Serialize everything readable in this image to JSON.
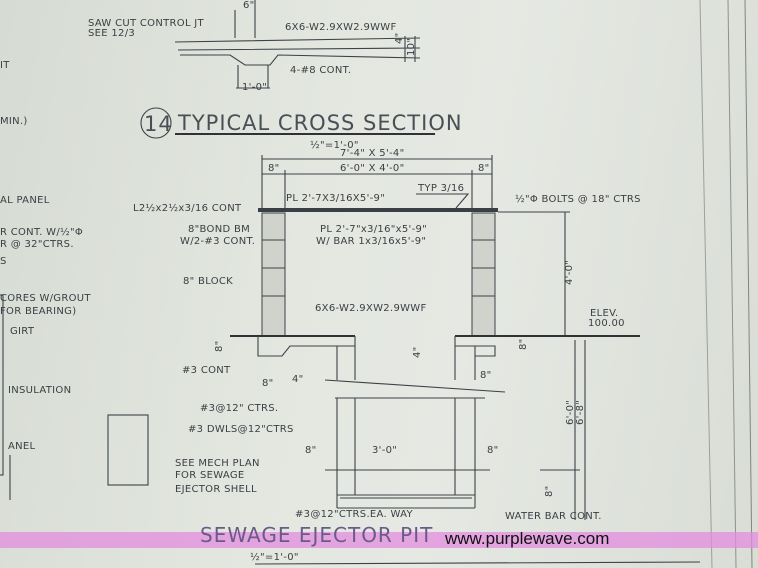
{
  "colors": {
    "paper": "#e3e7e0",
    "ink": "#3a3f44",
    "watermark_band": "#e28cde"
  },
  "left_margin": [
    "IT",
    "MIN.)",
    "AL PANEL",
    "R CONT. W/½\"Φ",
    "R @ 32\"CTRS.",
    "S",
    "CORES W/GROUT",
    "FOR BEARING)",
    "GIRT",
    "INSULATION",
    "ANEL"
  ],
  "top_detail": {
    "saw_cut": "SAW CUT CONTROL JT",
    "see_ref": "SEE 12/3",
    "wwf": "6X6-W2.9XW2.9WWF",
    "bars": "4-#8 CONT.",
    "width": "1'-0\"",
    "thick": "10\"",
    "dim6": "6\"",
    "dim4": "4\""
  },
  "section": {
    "number": "14",
    "title": "TYPICAL CROSS SECTION",
    "scale": "½\"=1'-0\"",
    "outer_dim": "7'-4\" X 5'-4\"",
    "inner_dim": "6'-0\" X 4'-0\"",
    "wall_left": "8\"",
    "wall_right": "8\"",
    "angle": "L2½x2½x3/16 CONT",
    "plate_top": "PL 2'-7X3/16X5'-9\"",
    "weld": "TYP 3/16",
    "bolts": "½\"Φ BOLTS @ 18\" CTRS",
    "bond_beam_1": "8\"BOND BM",
    "bond_beam_2": "W/2-#3 CONT.",
    "plate_1": "PL 2'-7\"x3/16\"x5'-9\"",
    "plate_2": "W/ BAR 1x3/16x5'-9\"",
    "height": "4'-0\"",
    "block": "8\" BLOCK",
    "wwf": "6X6-W2.9XW2.9WWF",
    "elev_1": "ELEV.",
    "elev_2": "100.00",
    "cont": "#3 CONT",
    "d8a": "8\"",
    "d4a": "4\"",
    "d8b": "8\"",
    "d4b": "4\"",
    "d8c": "8\"",
    "d8d": "8\"",
    "pit_width": "3'-0\"",
    "d8e": "8\"",
    "d8f": "8\"",
    "ctrs": "#3@12\" CTRS.",
    "dwls": "#3 DWLS@12\"CTRS",
    "mech_1": "SEE MECH PLAN",
    "mech_2": "FOR SEWAGE",
    "mech_3": "EJECTOR SHELL",
    "ea_way": "#3@12\"CTRS.EA. WAY",
    "water_bar": "WATER BAR CONT.",
    "pit_h1": "6'-0\"",
    "pit_h2": "6'-8\"",
    "slab": "8\""
  },
  "bottom": {
    "title": "SEWAGE EJECTOR PIT",
    "scale": "½\"=1'-0\"",
    "watermark": "www.purplewave.com"
  }
}
